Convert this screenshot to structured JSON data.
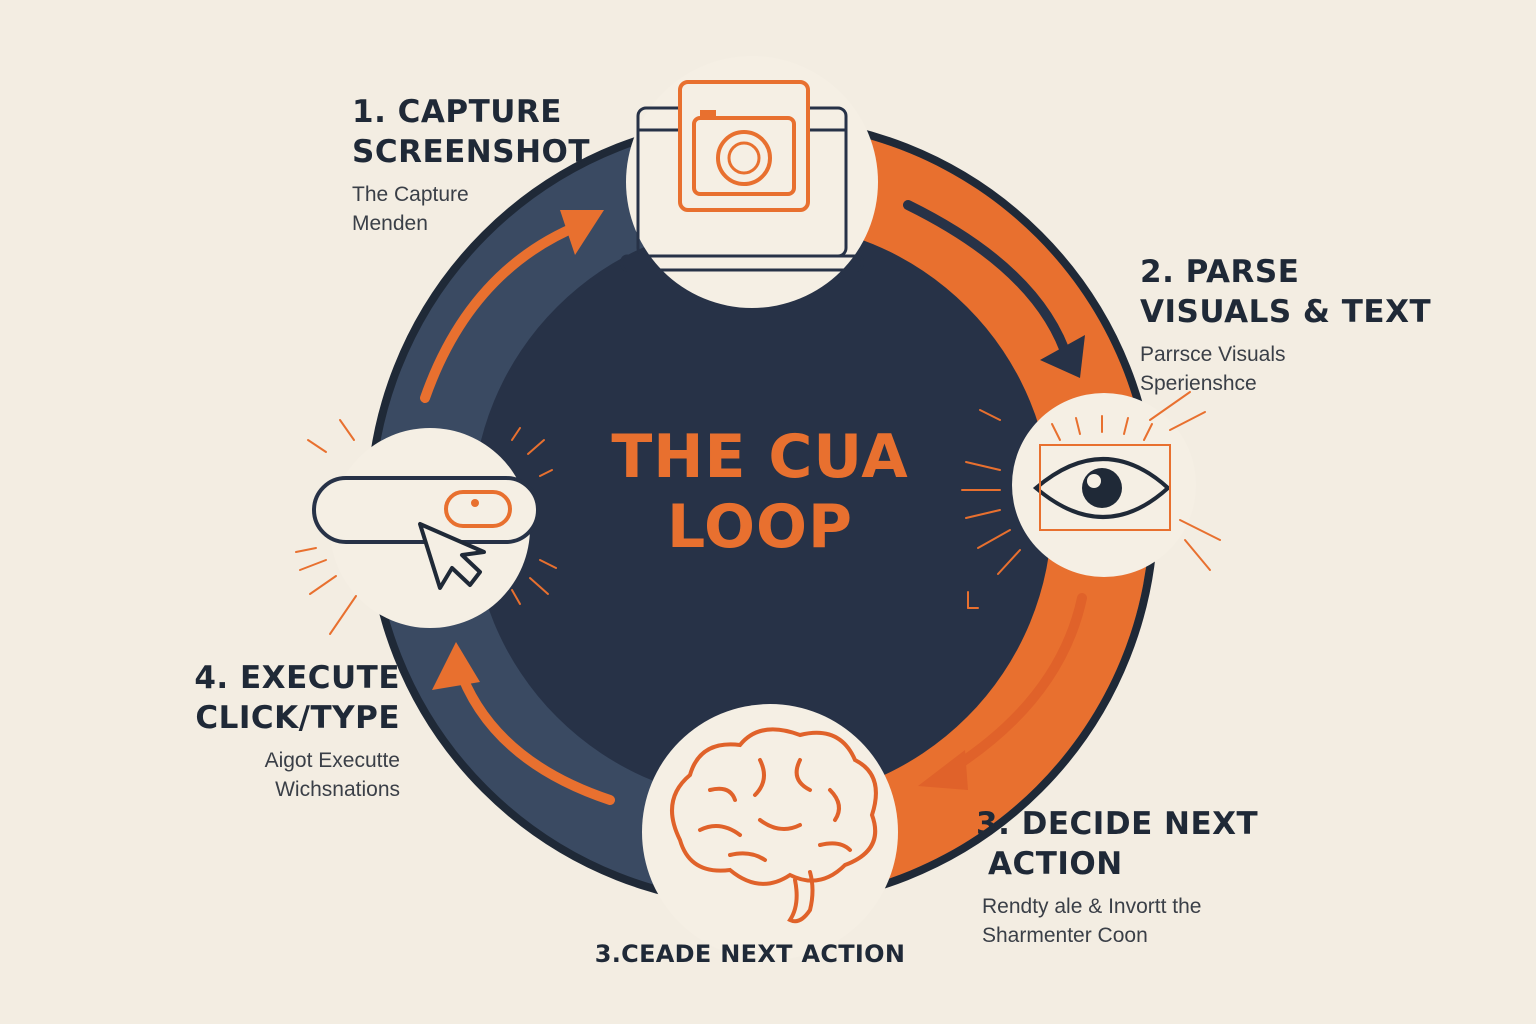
{
  "center": {
    "title_line1": "THE CUA",
    "title_line2": "LOOP"
  },
  "steps": [
    {
      "title_line1": "1. CAPTURE",
      "title_line2": "SCREENSHOT",
      "desc_line1": "The Capture",
      "desc_line2": "Menden",
      "icon": "camera-screen-icon"
    },
    {
      "title_line1": "2. PARSE",
      "title_line2": "VISUALS & TEXT",
      "desc_line1": "Parrsce Visuals",
      "desc_line2": "Sperienshce",
      "icon": "eye-icon"
    },
    {
      "title_line1": "3. DECIDE NEXT",
      "title_line2": "ACTION",
      "desc_line1": "Rendty ale & Invortt the",
      "desc_line2": "Sharmenter Coon",
      "icon": "brain-icon"
    },
    {
      "title_line1": "4. EXECUTE",
      "title_line2": "CLICK/TYPE",
      "desc_line1": "Aigot Executte",
      "desc_line2": "Wichsnations",
      "icon": "cursor-click-icon"
    }
  ],
  "bottom_caption": "3.CEADE NEXT ACTION",
  "colors": {
    "background": "#f3ede2",
    "navy": "#273247",
    "navy_ring": "#3a4a62",
    "orange": "#e8702f",
    "node_fill": "#f5efe4",
    "text": "#1f2937"
  }
}
